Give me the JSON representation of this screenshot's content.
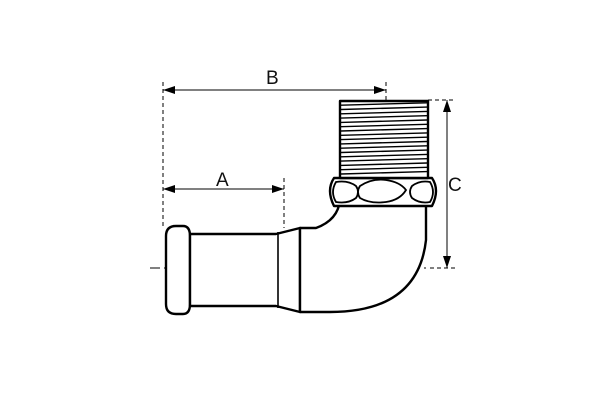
{
  "diagram": {
    "colors": {
      "stroke": "#000000",
      "background": "#ffffff"
    },
    "dimensions": [
      {
        "id": "A",
        "label": "A"
      },
      {
        "id": "B",
        "label": "B"
      },
      {
        "id": "C",
        "label": "C"
      }
    ]
  }
}
